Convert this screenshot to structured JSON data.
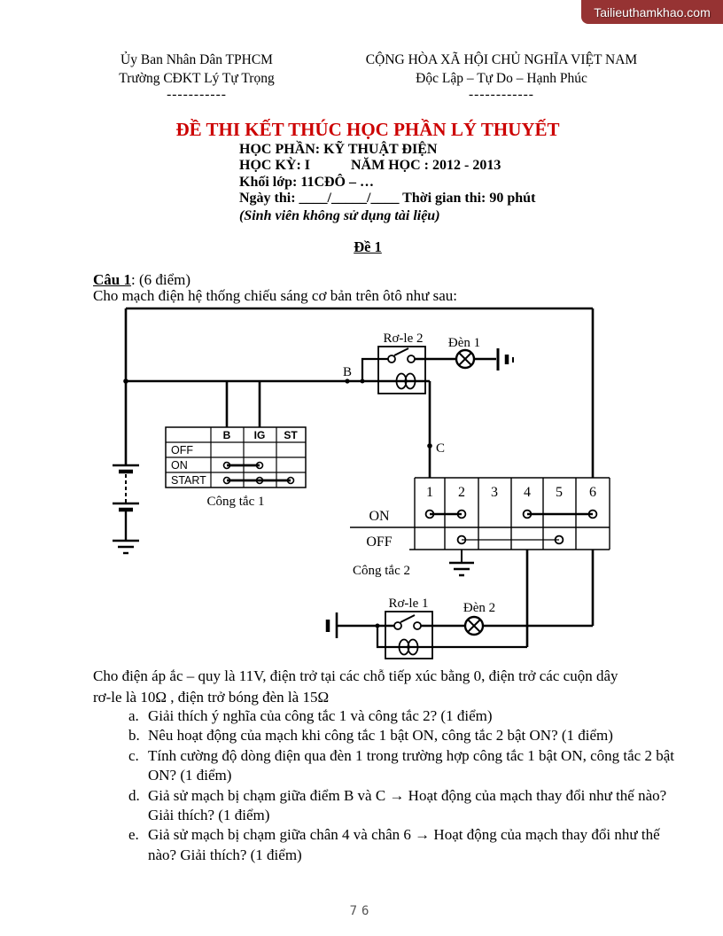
{
  "watermark": "Tailieuthamkhao.com",
  "header": {
    "left_line1": "Ủy Ban Nhân Dân TPHCM",
    "left_line2": "Trường CĐKT Lý Tự Trọng",
    "left_dashes": "-----------",
    "right_line1": "CỘNG HÒA XÃ HỘI CHỦ NGHĨA VIỆT NAM",
    "right_line2": "Độc Lập – Tự Do – Hạnh Phúc",
    "right_dashes": "------------"
  },
  "title_block": {
    "title": "ĐỀ THI KẾT THÚC HỌC PHẦN LÝ THUYẾT",
    "line1": "HỌC PHẦN: KỸ THUẬT ĐIỆN",
    "line2_left": "HỌC KỲ: I",
    "line2_right": "NĂM HỌC :  2012 - 2013",
    "line3": "Khối lớp:  11CĐÔ – …",
    "line4": "Ngày thi: ____/_____/____ Thời gian thi: 90 phút",
    "line5": "(Sinh viên không  sử dụng tài liệu)",
    "exam_label": "Đề 1"
  },
  "question": {
    "label": "Câu 1",
    "points": ": (6 điểm)",
    "intro": "Cho mạch điện hệ thống chiếu sáng cơ bản trên ôtô như sau:"
  },
  "diagram": {
    "relay2_label": "Rơ-le 2",
    "lamp1_label": "Đèn 1",
    "relay1_label": "Rơ-le 1",
    "lamp2_label": "Đèn 2",
    "point_b": "B",
    "point_c": "C",
    "switch1": {
      "label": "Công tắc 1",
      "columns": [
        "B",
        "IG",
        "ST"
      ],
      "rows": [
        "OFF",
        "ON",
        "START"
      ]
    },
    "switch2": {
      "label": "Công tắc 2",
      "pins": [
        "1",
        "2",
        "3",
        "4",
        "5",
        "6"
      ],
      "row_on": "ON",
      "row_off": "OFF"
    }
  },
  "body": {
    "given_line1": "Cho điện áp ắc – quy là 11V, điện trở tại các chỗ tiếp xúc bằng 0, điện trở các cuộn dây",
    "given_line2": "rơ-le là 10Ω , điện trở bóng đèn là 15Ω",
    "items": [
      {
        "label": "a.",
        "text": "Giải thích ý nghĩa của công tắc 1 và công tắc 2? (1 điểm)"
      },
      {
        "label": "b.",
        "text": "Nêu hoạt động của mạch khi công tắc 1 bật ON, công tắc 2 bật ON? (1 điểm)"
      },
      {
        "label": "c.",
        "text": "Tính cường độ dòng điện qua đèn 1 trong trường hợp công tắc 1 bật ON, công tắc 2 bật ON? (1 điểm)"
      },
      {
        "label": "d.",
        "text": "Giả sử mạch bị chạm giữa điểm B và C → Hoạt động của mạch thay đổi như thế nào? Giải thích? (1 điểm)"
      },
      {
        "label": "e.",
        "text": "Giả sử mạch bị chạm giữa chân 4 và chân 6 → Hoạt động của mạch thay đổi như thế nào? Giải thích? (1 điểm)"
      }
    ]
  },
  "footer": {
    "page_number": "76"
  },
  "colors": {
    "title_red": "#CC0000",
    "banner_red": "#963333",
    "ink": "#000000",
    "page_num_gray": "#555555"
  }
}
